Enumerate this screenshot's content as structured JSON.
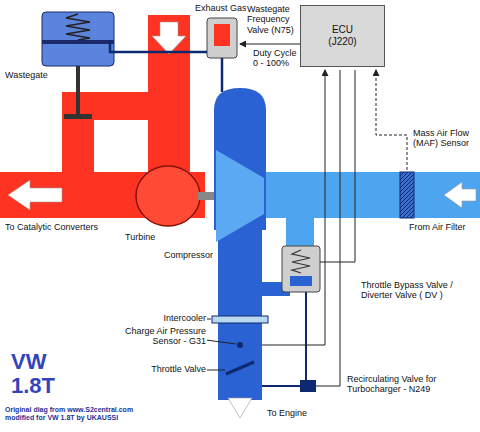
{
  "diagram": {
    "title": "VW 1.8T",
    "caption": "Original diag from www.S2central.com modified for VW 1.8T by UKAUSSI",
    "nodes": [
      {
        "text": [
          "ECU (J220)"
        ]
      }
    ],
    "labels": [
      "Exhaust Gases",
      "Wastegate",
      "Wastegate Frequency Valve (N75)",
      "Duty Cycle 0 - 100%",
      "Mass Air Flow (MAF) Sensor",
      "To Catalytic Converters",
      "From Air Filter",
      "Turbine",
      "Compressor",
      "Throttle Bypass Valve / Diverter Valve ( DV )",
      "Intercooler",
      "Charge Air Pressure Sensor - G31",
      "Throttle Valve",
      "Recirculating Valve for Turbocharger - N249",
      "To Engine"
    ]
  }
}
